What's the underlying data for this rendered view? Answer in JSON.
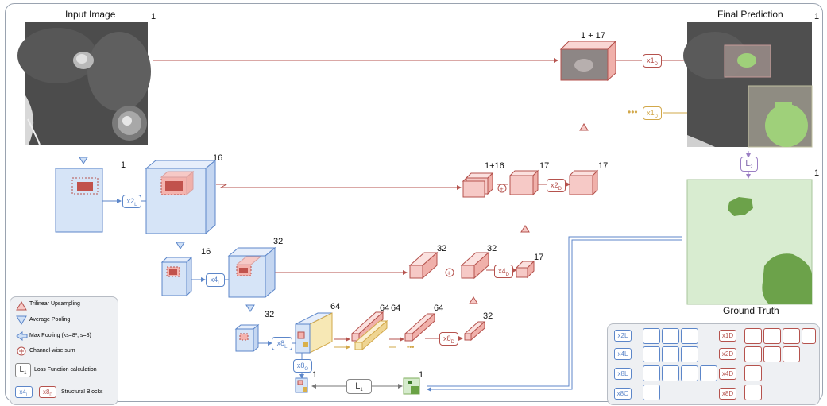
{
  "titles": {
    "input": "Input Image",
    "prediction": "Final Prediction",
    "ground_truth": "Ground Truth"
  },
  "numbers": {
    "n_input": "1",
    "n_pred": "1",
    "n_gt": "1",
    "n_top_vol": "1 + 17",
    "n_l1_in": "1",
    "n_l1_out": "16",
    "n_l2_in": "16",
    "n_l2_out": "32",
    "n_l3_in": "32",
    "n_l3_out": "64",
    "n_l3_y": "64",
    "n_l3_y2": "64",
    "n_l4": "1",
    "n_l5": "1",
    "n_d1_in": "1+16",
    "n_d1_mid": "17",
    "n_d1_out": "17",
    "n_d2_in": "32",
    "n_d2_mid": "32",
    "n_d2_out": "17",
    "n_d3_a": "64",
    "n_d3_b": "64",
    "n_d3_c": "32"
  },
  "blocks": {
    "x2L": "x2",
    "x4L": "x4",
    "x8L": "x8",
    "x8O": "x8",
    "x1D_top": "x1",
    "x1D_mid": "x1",
    "x2D": "x2",
    "x4D": "x4",
    "x8D": "x8",
    "sub_L": "L",
    "sub_O": "O",
    "sub_D": "D",
    "L1": "L",
    "L1_sub": "1",
    "L2": "L",
    "L2_sub": "2"
  },
  "legend": {
    "upsampling": "Trilinear Upsampling",
    "avgpool": "Average Pooling",
    "maxpool": "Max Pooling (ks=8³, s=8)",
    "chsum": "Channel-wise sum",
    "loss_icon": "L",
    "loss_icon_sub": "1",
    "loss": "Loss Function calculation",
    "struct_a": "x4",
    "struct_a_sub": "L",
    "struct_b": "x8",
    "struct_b_sub": "D",
    "struct": "Structural Blocks"
  },
  "panel": {
    "left_labels": [
      "x2L",
      "x4L",
      "x8L",
      "x8O"
    ],
    "right_labels": [
      "x1D",
      "x2D",
      "x4D",
      "x8D"
    ]
  },
  "colors": {
    "blue": "#5c86c9",
    "blue_fill": "#d6e4f7",
    "red": "#b5524d",
    "red_fill": "#f6c9c6",
    "yellow_fill": "#f7e8b5",
    "green": "#7fae5c",
    "frame": "#9aa3b0"
  }
}
